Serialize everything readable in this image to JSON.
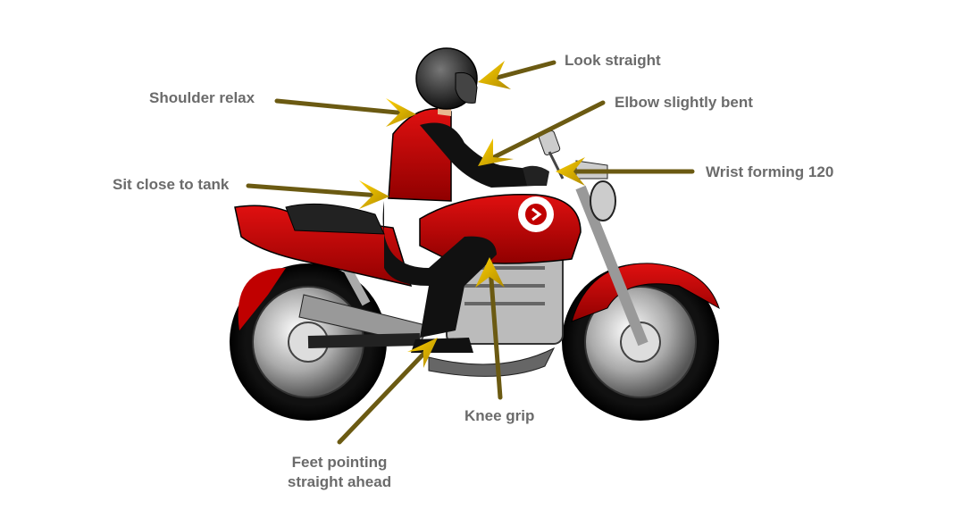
{
  "title": "Motorcycle riding posture",
  "labels": {
    "look": "Look straight",
    "shoulder": "Shoulder relax",
    "elbow": "Elbow slightly bent",
    "wrist": "Wrist forming 120",
    "sit": "Sit close to tank",
    "knee": "Knee grip",
    "feet_line1": "Feet pointing",
    "feet_line2": "straight ahead"
  },
  "colors": {
    "arrow_shaft": "#6b5a12",
    "arrow_head": "#e0b000",
    "bike_red": "#c00000",
    "label": "#6b6b6b"
  }
}
